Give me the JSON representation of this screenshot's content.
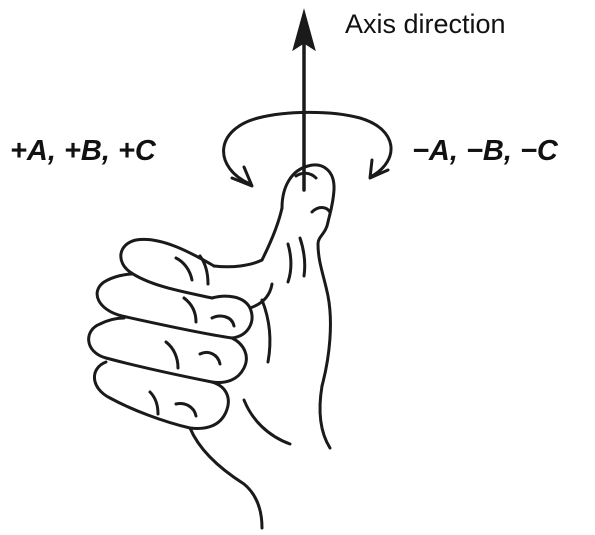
{
  "diagram": {
    "axis_label": "Axis direction",
    "positive_rotation_label": "+A, +B, +C",
    "negative_rotation_label": "−A, −B, −C"
  },
  "colors": {
    "ink": "#1a1a1a",
    "background": "#ffffff"
  }
}
